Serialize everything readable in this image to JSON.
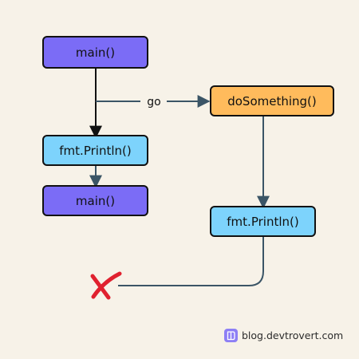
{
  "colors": {
    "background": "#f7f2e8",
    "main_node": "#7b6cf6",
    "println_node": "#7dd3fc",
    "goroutine_node": "#ffbb5c",
    "stroke": "#111111",
    "arrow_blue": "#3b5566",
    "cross": "#e0212f",
    "brand_badge": "#8d7ff5"
  },
  "diagram": {
    "nodes": {
      "main_start": {
        "label": "main()"
      },
      "println_main": {
        "label": "fmt.Println()"
      },
      "main_end": {
        "label": "main()"
      },
      "do_something": {
        "label": "doSomething()"
      },
      "println_goroutine": {
        "label": "fmt.Println()"
      }
    },
    "edges": {
      "go_label": "go"
    },
    "terminated_icon": "cross-icon"
  },
  "brand": {
    "icon": "blog-logo-icon",
    "text": "blog.devtrovert.com"
  }
}
